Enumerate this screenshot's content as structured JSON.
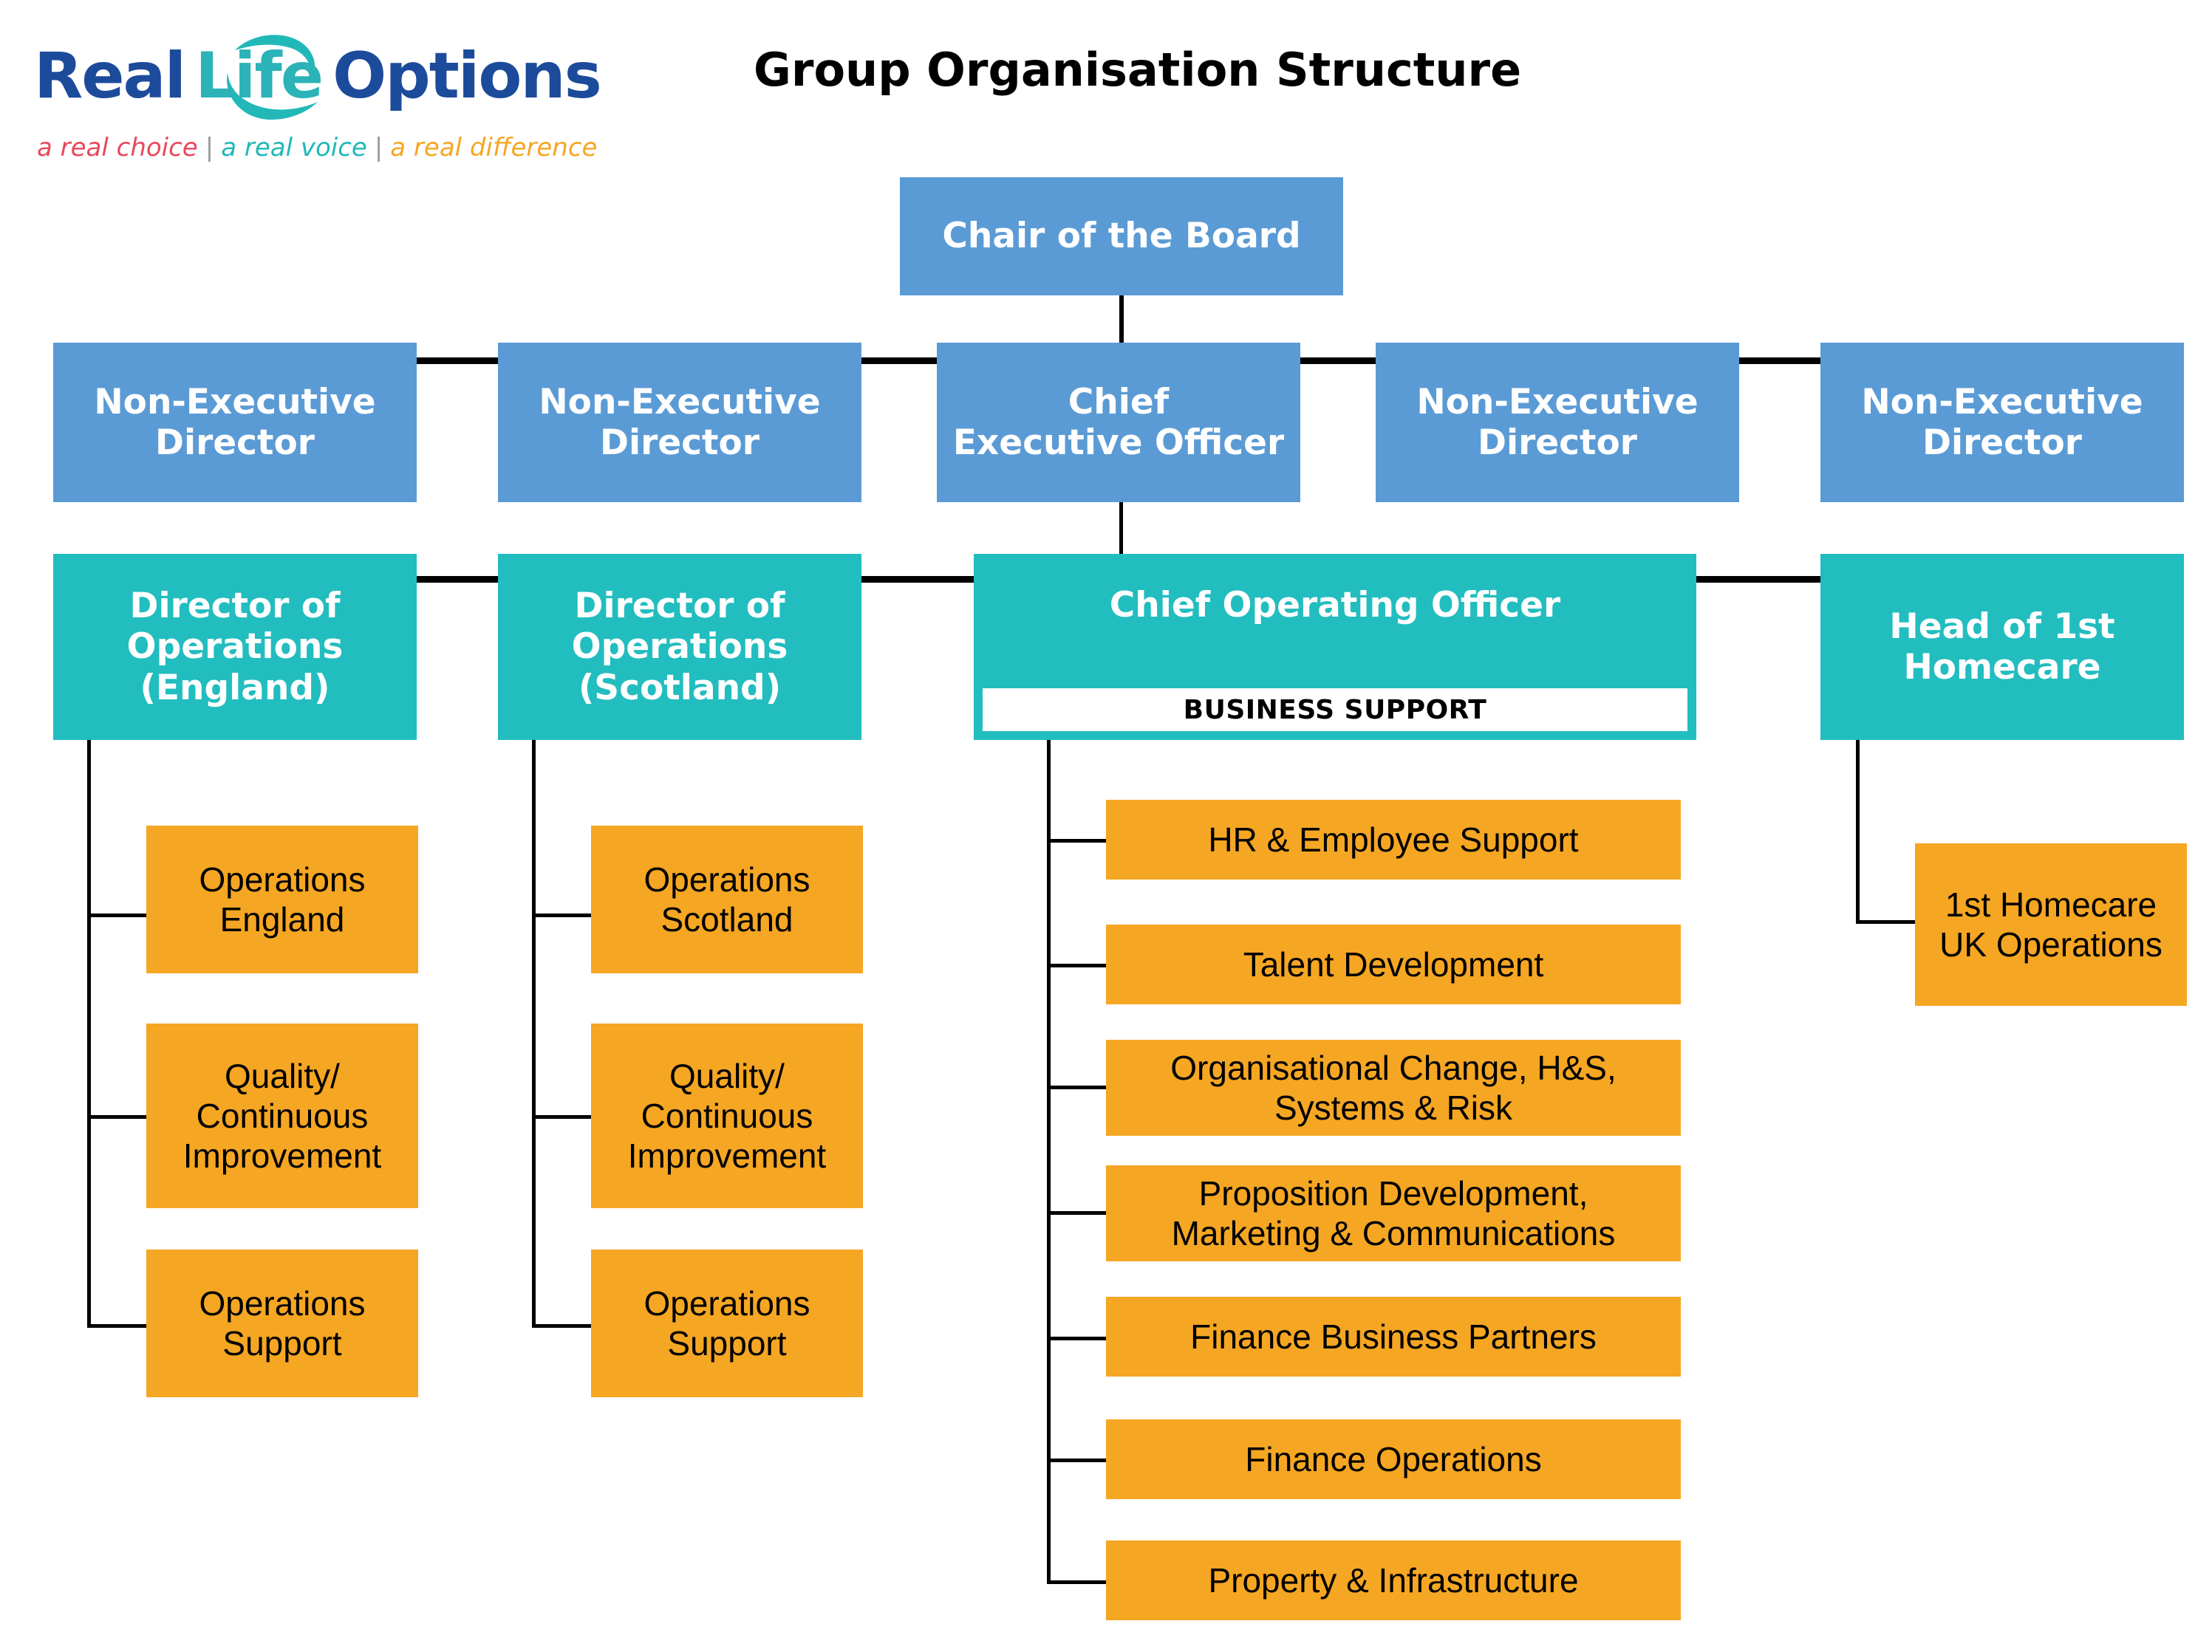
{
  "page": {
    "title": "Group Organisation Structure",
    "background": "#ffffff"
  },
  "logo": {
    "word_real": "Real",
    "word_life": "Life",
    "word_options": "Options",
    "tagline_choice": "a real choice",
    "tagline_voice": "a real voice",
    "tagline_difference": "a real difference",
    "separator": "|",
    "colors": {
      "navy": "#1C4B9B",
      "teal": "#2BB3B8",
      "red": "#E8485C",
      "orange": "#F5A623"
    }
  },
  "colors": {
    "board_blue": "#5B9BD5",
    "exec_teal": "#22BDBF",
    "function_orange": "#F5A623",
    "connector_black": "#000000",
    "text_white": "#ffffff",
    "text_black": "#000000"
  },
  "chart_data": {
    "type": "table",
    "title": "Group Organisation Structure",
    "levels": [
      {
        "level": 1,
        "color": "#5B9BD5",
        "nodes": [
          "Chair of the Board"
        ]
      },
      {
        "level": 2,
        "color": "#5B9BD5",
        "nodes": [
          "Non-Executive Director",
          "Non-Executive Director",
          "Chief Executive Officer",
          "Non-Executive Director",
          "Non-Executive Director"
        ]
      },
      {
        "level": 3,
        "color": "#22BDBF",
        "nodes": [
          "Director of Operations (England)",
          "Director of Operations (Scotland)",
          "Chief Operating Officer",
          "Head of 1st Homecare"
        ]
      },
      {
        "level": 4,
        "color": "#F5A623",
        "nodes": [
          "Operations England",
          "Quality/ Continuous Improvement",
          "Operations Support",
          "Operations Scotland",
          "Quality/ Continuous Improvement",
          "Operations Support",
          "HR & Employee Support",
          "Talent Development",
          "Organisational Change, H&S, Systems & Risk",
          "Proposition Development, Marketing & Communications",
          "Finance Business Partners",
          "Finance Operations",
          "Property & Infrastructure",
          "1st Homecare UK Operations"
        ]
      }
    ]
  },
  "board": {
    "chair": "Chair of the Board",
    "ned_1": "Non-Executive\nDirector",
    "ned_2": "Non-Executive\nDirector",
    "ceo": "Chief\nExecutive Officer",
    "ned_3": "Non-Executive\nDirector",
    "ned_4": "Non-Executive\nDirector"
  },
  "executive": {
    "dir_ops_england": "Director of\nOperations\n(England)",
    "dir_ops_scotland": "Director of\nOperations\n(Scotland)",
    "coo": "Chief Operating Officer",
    "business_support_band": "BUSINESS SUPPORT",
    "head_homecare": "Head of 1st\nHomecare"
  },
  "england_branch": {
    "items": [
      {
        "label": "Operations\nEngland"
      },
      {
        "label": "Quality/\nContinuous\nImprovement"
      },
      {
        "label": "Operations\nSupport"
      }
    ]
  },
  "scotland_branch": {
    "items": [
      {
        "label": "Operations\nScotland"
      },
      {
        "label": "Quality/\nContinuous\nImprovement"
      },
      {
        "label": "Operations\nSupport"
      }
    ]
  },
  "business_support": {
    "items": [
      {
        "label": "HR & Employee Support"
      },
      {
        "label": "Talent Development"
      },
      {
        "label": "Organisational Change, H&S,\nSystems & Risk"
      },
      {
        "label": "Proposition Development,\nMarketing & Communications"
      },
      {
        "label": "Finance Business Partners"
      },
      {
        "label": "Finance Operations"
      },
      {
        "label": "Property & Infrastructure"
      }
    ]
  },
  "homecare_branch": {
    "items": [
      {
        "label": "1st Homecare\nUK Operations"
      }
    ]
  }
}
